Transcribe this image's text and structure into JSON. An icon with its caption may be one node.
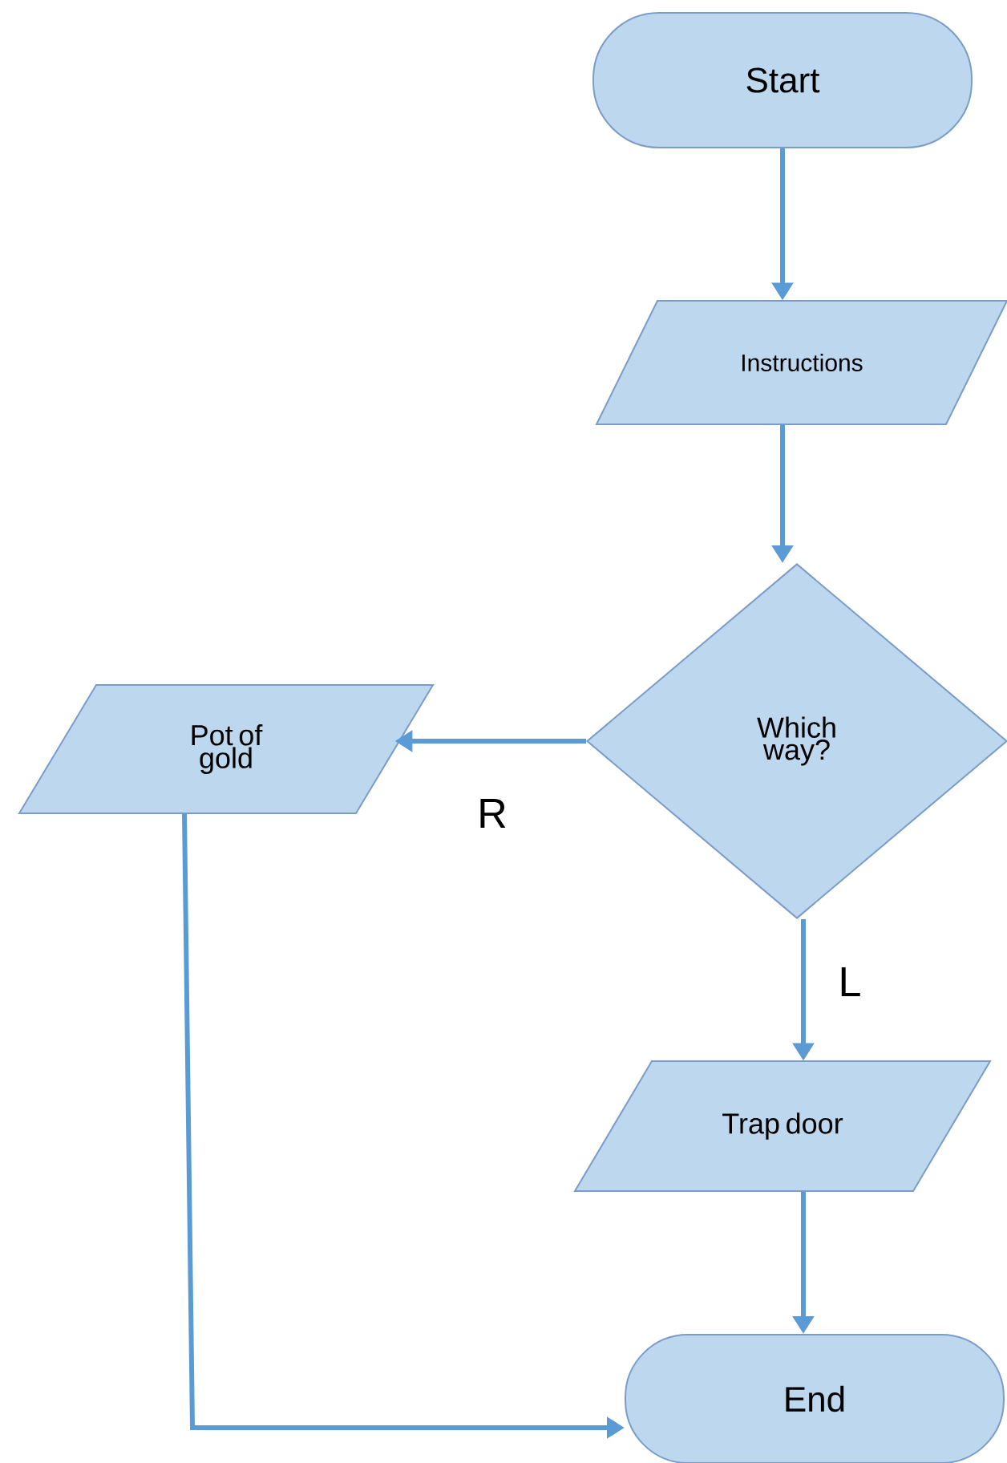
{
  "diagram": {
    "nodes": [
      {
        "text": [
          "Start"
        ]
      },
      {
        "text": [
          "Instructions"
        ]
      },
      {
        "text": [
          "Which way?"
        ]
      },
      {
        "text": [
          "Pot of gold"
        ]
      },
      {
        "text": [
          "Trap door"
        ]
      },
      {
        "text": [
          "End"
        ]
      }
    ],
    "edges": [
      {
        "from": 0,
        "to": 1,
        "arrow": "to"
      },
      {
        "from": 1,
        "to": 2,
        "arrow": "to"
      },
      {
        "from": 2,
        "to": 3,
        "arrow": "to",
        "label": "R"
      },
      {
        "from": 2,
        "to": 4,
        "arrow": "to",
        "label": "L"
      },
      {
        "from": 4,
        "to": 5,
        "arrow": "to"
      },
      {
        "from": 3,
        "to": 5,
        "arrow": "to"
      }
    ]
  }
}
